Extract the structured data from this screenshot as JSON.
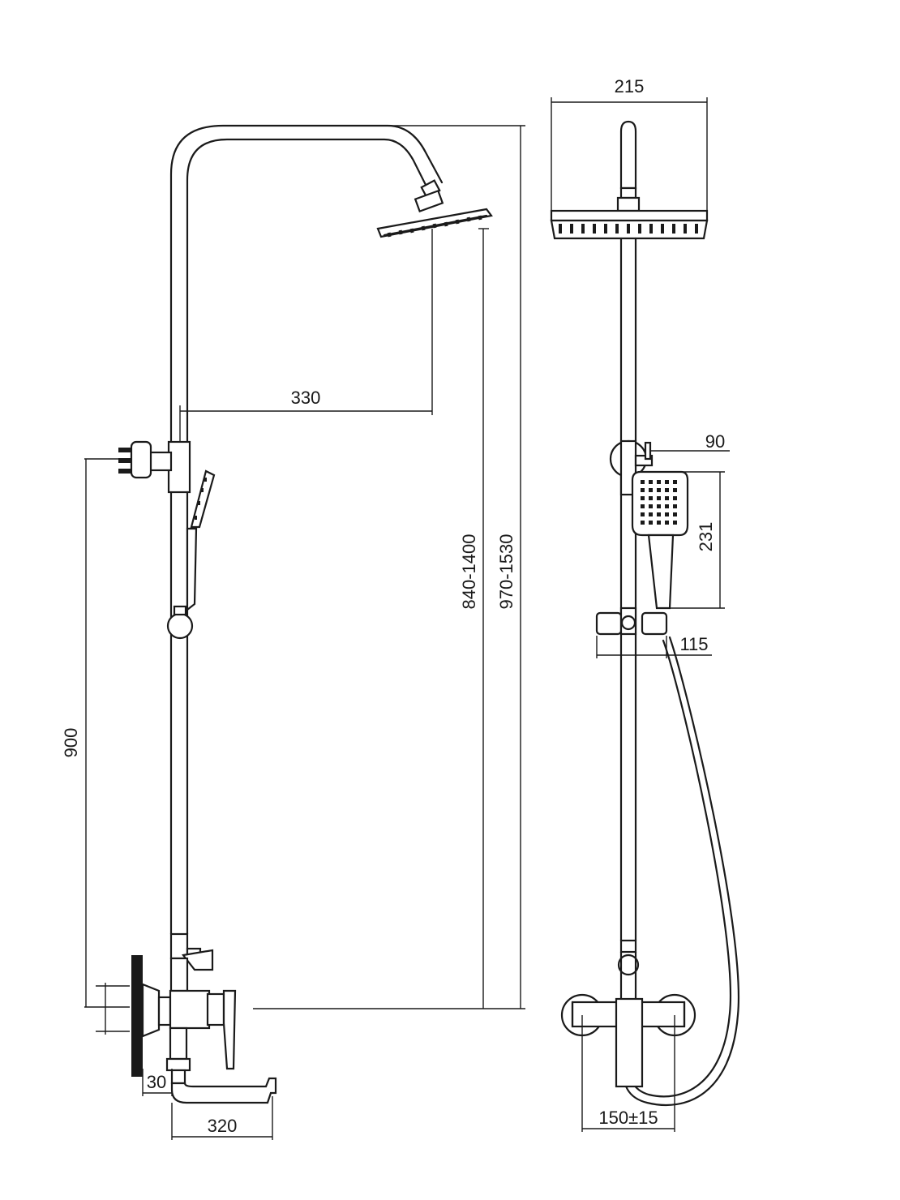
{
  "dimensions": {
    "arm_reach": "330",
    "height_head": "840-1400",
    "height_total": "970-1530",
    "holder_height": "900",
    "wall_offset": "30",
    "spout_length": "320",
    "head_width": "215",
    "hand_shower_depth": "90",
    "hand_shower_length": "231",
    "slider_width": "115",
    "inlet_spacing": "150±15"
  }
}
